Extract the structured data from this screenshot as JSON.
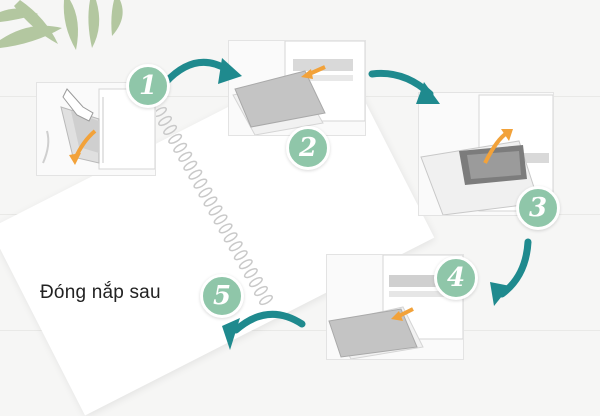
{
  "caption": "Đóng nắp sau",
  "steps": [
    {
      "number": "1"
    },
    {
      "number": "2"
    },
    {
      "number": "3"
    },
    {
      "number": "4"
    },
    {
      "number": "5"
    }
  ],
  "colors": {
    "badge": "#8fc6a9",
    "flow_arrow": "#1f8a8e",
    "action_arrow": "#f2a23a",
    "paper": "#c8c8c8",
    "background": "#f6f6f5"
  },
  "icons": [
    "plant-decoration",
    "spiral-notebook",
    "curved-arrow-icon",
    "paper-arrow-icon",
    "printer-illustration"
  ]
}
